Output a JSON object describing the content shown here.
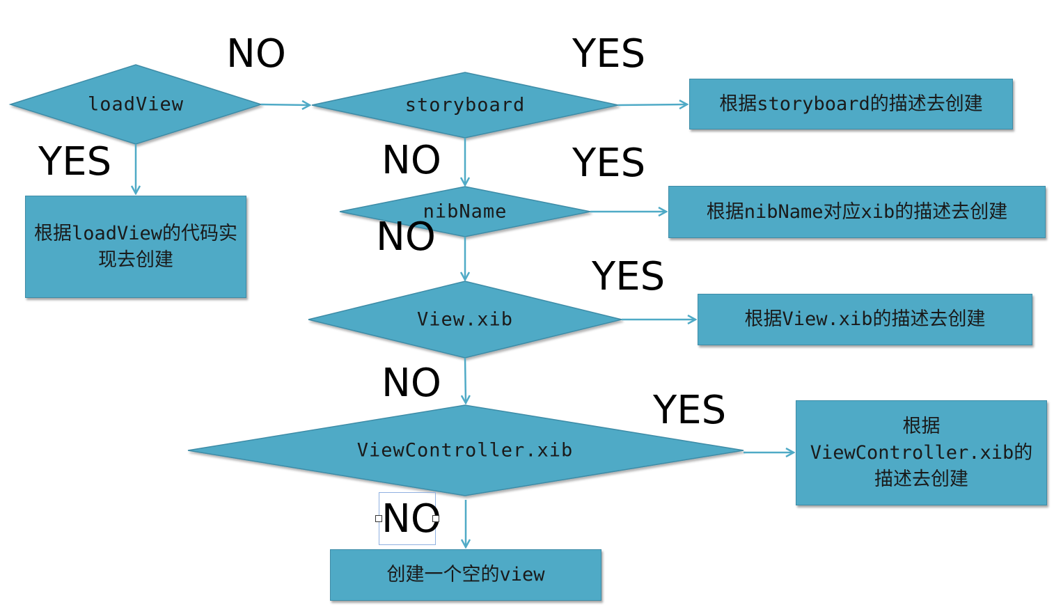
{
  "colors": {
    "shape_fill": "#4FAAC6",
    "shape_border": "#3d8ba6",
    "arrow": "#4FAAC6",
    "text": "#1a1a1a"
  },
  "decisions": {
    "loadview": "loadView",
    "storyboard": "storyboard",
    "nibname": "nibName",
    "view_xib": "View.xib",
    "vc_xib": "ViewController.xib"
  },
  "actions": {
    "loadview_create": "根据loadView的代码实现去创建",
    "storyboard_create": "根据storyboard的描述去创建",
    "nibname_create": "根据nibName对应xib的描述去创建",
    "view_xib_create": "根据View.xib的描述去创建",
    "vc_xib_create": "根据ViewController.xib的描述去创建",
    "empty_view": "创建一个空的view"
  },
  "branches": {
    "yes": "YES",
    "no": "NO"
  }
}
